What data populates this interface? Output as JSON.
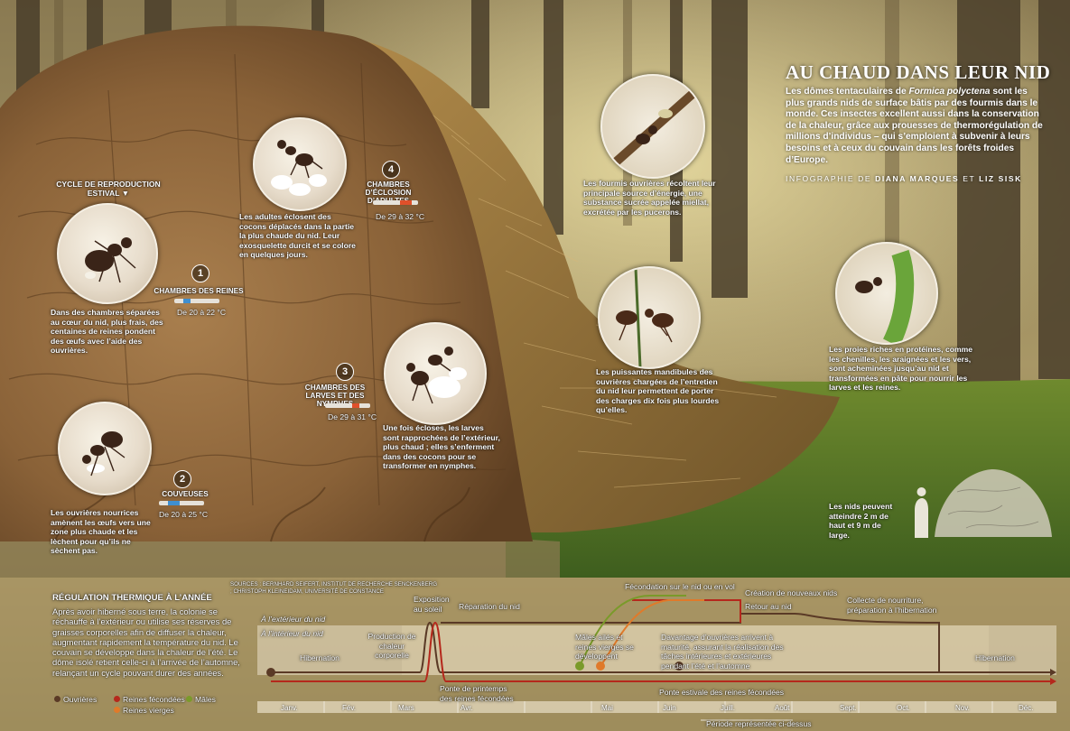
{
  "colors": {
    "ouvrieres": "#5a3a26",
    "reines_fecondees": "#b5281c",
    "males": "#7a9a2a",
    "reines_vierges": "#e07a2a"
  },
  "title": "AU CHAUD DANS LEUR NID",
  "intro": {
    "before": "Les dômes tentaculaires de ",
    "species": "Formica polyctena",
    "after": " sont les plus grands nids de surface bâtis par des fourmis dans le monde. Ces insectes excellent aussi dans la conservation de la chaleur, grâce aux prouesses de thermorégulation de millions d’individus – qui s’emploient à subvenir à leurs besoins et à ceux du couvain dans les forêts froides d’Europe."
  },
  "credit": {
    "prefix": "INFOGRAPHIE DE ",
    "author1": "DIANA MARQUES",
    "joiner": " ET ",
    "author2": "LIZ SISK"
  },
  "cycle_label": "CYCLE DE REPRODUCTION ESTIVAL ▼",
  "chambers": [
    {
      "num": "1",
      "name": "CHAMBRES DES REINES",
      "temp": "De 20 à 22 °C",
      "range_c": [
        20,
        22
      ],
      "text": "Dans des chambres séparées au cœur du nid, plus frais, des centaines de reines pondent des œufs avec l’aide des ouvrières."
    },
    {
      "num": "2",
      "name": "COUVEUSES",
      "temp": "De 20 à 25 °C",
      "range_c": [
        20,
        25
      ],
      "text": "Les ouvrières nourrices amènent les œufs vers une zone plus chaude et les lèchent pour qu’ils ne sèchent pas."
    },
    {
      "num": "3",
      "name": "CHAMBRES DES LARVES ET DES NYMPHES",
      "temp": "De 29 à 31 °C",
      "range_c": [
        29,
        31
      ],
      "text": "Une fois écloses, les larves sont rapprochées de l’extérieur, plus chaud ; elles s’enferment dans des cocons pour se transformer en nymphes."
    },
    {
      "num": "4",
      "name": "CHAMBRES D’ÉCLOSION D’ADULTES",
      "temp": "De 29 à 32 °C",
      "range_c": [
        29,
        32
      ],
      "text": "Les adultes éclosent des cocons déplacés dans la partie la plus chaude du nid. Leur exosquelette durcit et se colore en quelques jours."
    }
  ],
  "side_notes": {
    "aphids": "Les fourmis ouvrières récoltent leur principale source d’énergie, une substance sucrée appelée miellat, excrétée par les pucerons.",
    "mandibles": "Les puissantes mandibules des ouvrières chargées de l’entretien du nid leur permettent de porter des charges dix fois plus lourdes qu’elles.",
    "prey": "Les proies riches en protéines, comme les chenilles, les araignées et les vers, sont acheminées jusqu’au nid et transformées en pâte pour nourrir les larves et les reines.",
    "size": "Les nids peuvent atteindre 2 m de haut et 9 m de large."
  },
  "regulation": {
    "title": "RÉGULATION THERMIQUE À L’ANNÉE",
    "text": "Après avoir hiberné sous terre, la colonie se réchauffe à l’extérieur ou utilise ses réserves de graisses corporelles afin de diffuser la chaleur, augmentant rapidement la température du nid. Le couvain se développe dans la chaleur de l’été. Le dôme isolé retient celle-ci à l’arrivée de l’automne, relançant un cycle pouvant durer des années."
  },
  "legend": [
    "Ouvrières",
    "Reines fécondées",
    "Mâles",
    "Reines vierges"
  ],
  "sources": "SOURCES : BERNHARD SEIFERT, INSTITUT DE RECHERCHE SENCKENBERG ; CHRISTOPH KLEINEIDAM, UNIVERSITÉ DE CONSTANCE",
  "timeline": {
    "outside": "À l’extérieur du nid",
    "inside": "À l’intérieur du nid",
    "events": {
      "hibernation1": "Hibernation",
      "production": "Production de chaleur corporelle",
      "exposition": "Exposition au soleil",
      "reparation": "Réparation du nid",
      "fecondation": "Fécondation sur le nid ou en vol",
      "creation": "Création de nouveaux nids",
      "retour": "Retour au nid",
      "collecte": "Collecte de nourriture, préparation à l’hibernation",
      "males": "Mâles ailés et reines vierges se développent",
      "davantage": "Davantage d’ouvrières arrivent à maturité, assurant la réalisation des tâches intérieures et extérieures pendant l’été et l’automne",
      "hibernation2": "Hibernation",
      "ponte_printemps": "Ponte de printemps des reines fécondées",
      "ponte_estivale": "Ponte estivale des reines fécondées",
      "periode": "Période représentée ci-dessus"
    },
    "months": [
      "Janv.",
      "Fév.",
      "Mars",
      "Avr.",
      "Mai",
      "Juin",
      "Juill.",
      "Août",
      "Sept.",
      "Oct.",
      "Nov.",
      "Déc."
    ]
  }
}
